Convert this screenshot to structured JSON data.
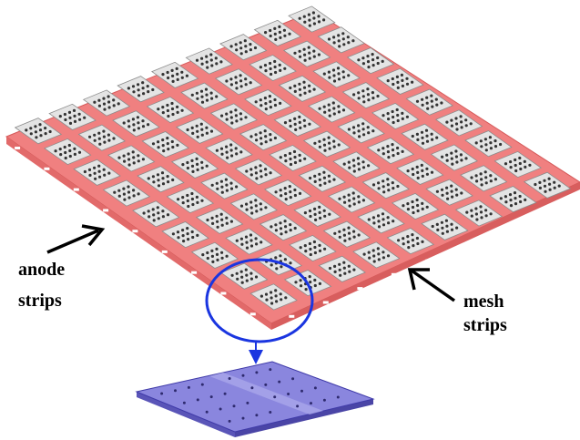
{
  "labels": {
    "anode_line1": "anode",
    "anode_line2": "strips",
    "mesh_line1": "mesh",
    "mesh_line2": "strips"
  },
  "grid": {
    "rows": 9,
    "cols": 9,
    "holes_per_pad": 12
  },
  "colors": {
    "pad_fill": "#e4e4e4",
    "pad_edge": "#8c8c8c",
    "hole": "#333333",
    "anode_strip": "#f08080",
    "anode_strip_edge": "#d55a5a",
    "connector": "#ffffff",
    "highlight_circle": "#1a35e0",
    "zoom_fill": "#8a86de",
    "zoom_edge": "#3f3aa8"
  }
}
